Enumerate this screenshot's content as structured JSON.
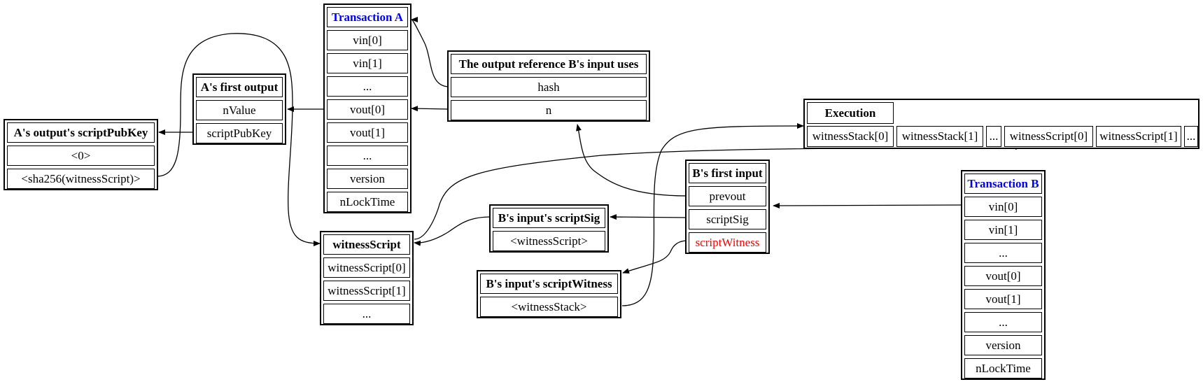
{
  "transaction_a": {
    "title": "Transaction A",
    "fields": [
      "vin[0]",
      "vin[1]",
      "...",
      "vout[0]",
      "vout[1]",
      "...",
      "version",
      "nLockTime"
    ]
  },
  "transaction_b": {
    "title": "Transaction B",
    "fields": [
      "vin[0]",
      "vin[1]",
      "...",
      "vout[0]",
      "vout[1]",
      "...",
      "version",
      "nLockTime"
    ]
  },
  "a_first_output": {
    "title": "A's first output",
    "fields": [
      "nValue",
      "scriptPubKey"
    ]
  },
  "a_output_scriptpubkey": {
    "title": "A's output's scriptPubKey",
    "fields": [
      "<0>",
      "<sha256(witnessScript)>"
    ]
  },
  "output_reference": {
    "title": "The output reference B's input uses",
    "fields": [
      "hash",
      "n"
    ]
  },
  "witness_script": {
    "title": "witnessScript",
    "fields": [
      "witnessScript[0]",
      "witnessScript[1]",
      "..."
    ]
  },
  "b_scriptsig": {
    "title": "B's input's scriptSig",
    "fields": [
      "<witnessScript>"
    ]
  },
  "b_scriptwitness": {
    "title": "B's input's scriptWitness",
    "fields": [
      "<witnessStack>"
    ]
  },
  "b_first_input": {
    "title": "B's first input",
    "fields": [
      "prevout",
      "scriptSig",
      "scriptWitness"
    ]
  },
  "execution": {
    "title": "Execution",
    "fields": [
      "witnessStack[0]",
      "witnessStack[1]",
      "...",
      "witnessScript[0]",
      "witnessScript[1]",
      "..."
    ]
  },
  "colors": {
    "transaction_title": "#0000ff",
    "highlight_field": "#ff0000"
  }
}
